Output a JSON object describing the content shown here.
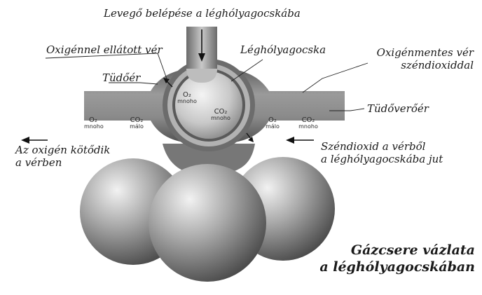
{
  "labels": {
    "air_entry": "Levegő belépése a léghólyagocskába",
    "oxygenated_blood": "Oxigénnel ellátott vér",
    "alveolus": "Léghólyagocska",
    "deoxygenated_line1": "Oxigénmentes vér",
    "deoxygenated_line2": "széndioxiddal",
    "pulmonary_vein": "Tüdőér",
    "pulmonary_artery": "Tüdőverőér",
    "o2_binds_line1": "Az oxigén kötődik",
    "o2_binds_line2": "a vérben",
    "co2_moves_line1": "Széndioxid a vérből",
    "co2_moves_line2": "a léghólyagocskába jut"
  },
  "title": {
    "line1": "Gázcsere vázlata",
    "line2": "a léghólyagocskában"
  },
  "small_labels": {
    "o2_inside": {
      "formula": "O₂",
      "sub": "mnoho"
    },
    "co2_inside": {
      "formula": "CO₂",
      "sub": "mnoho"
    },
    "o2_vessel_left": {
      "formula": "O₂",
      "sub": "mnoho"
    },
    "co2_vessel_left": {
      "formula": "CO₂",
      "sub": "málo"
    },
    "o2_vessel_right": {
      "formula": "O₂",
      "sub": "málo"
    },
    "co2_vessel_right": {
      "formula": "CO₂",
      "sub": "mnoho"
    }
  }
}
